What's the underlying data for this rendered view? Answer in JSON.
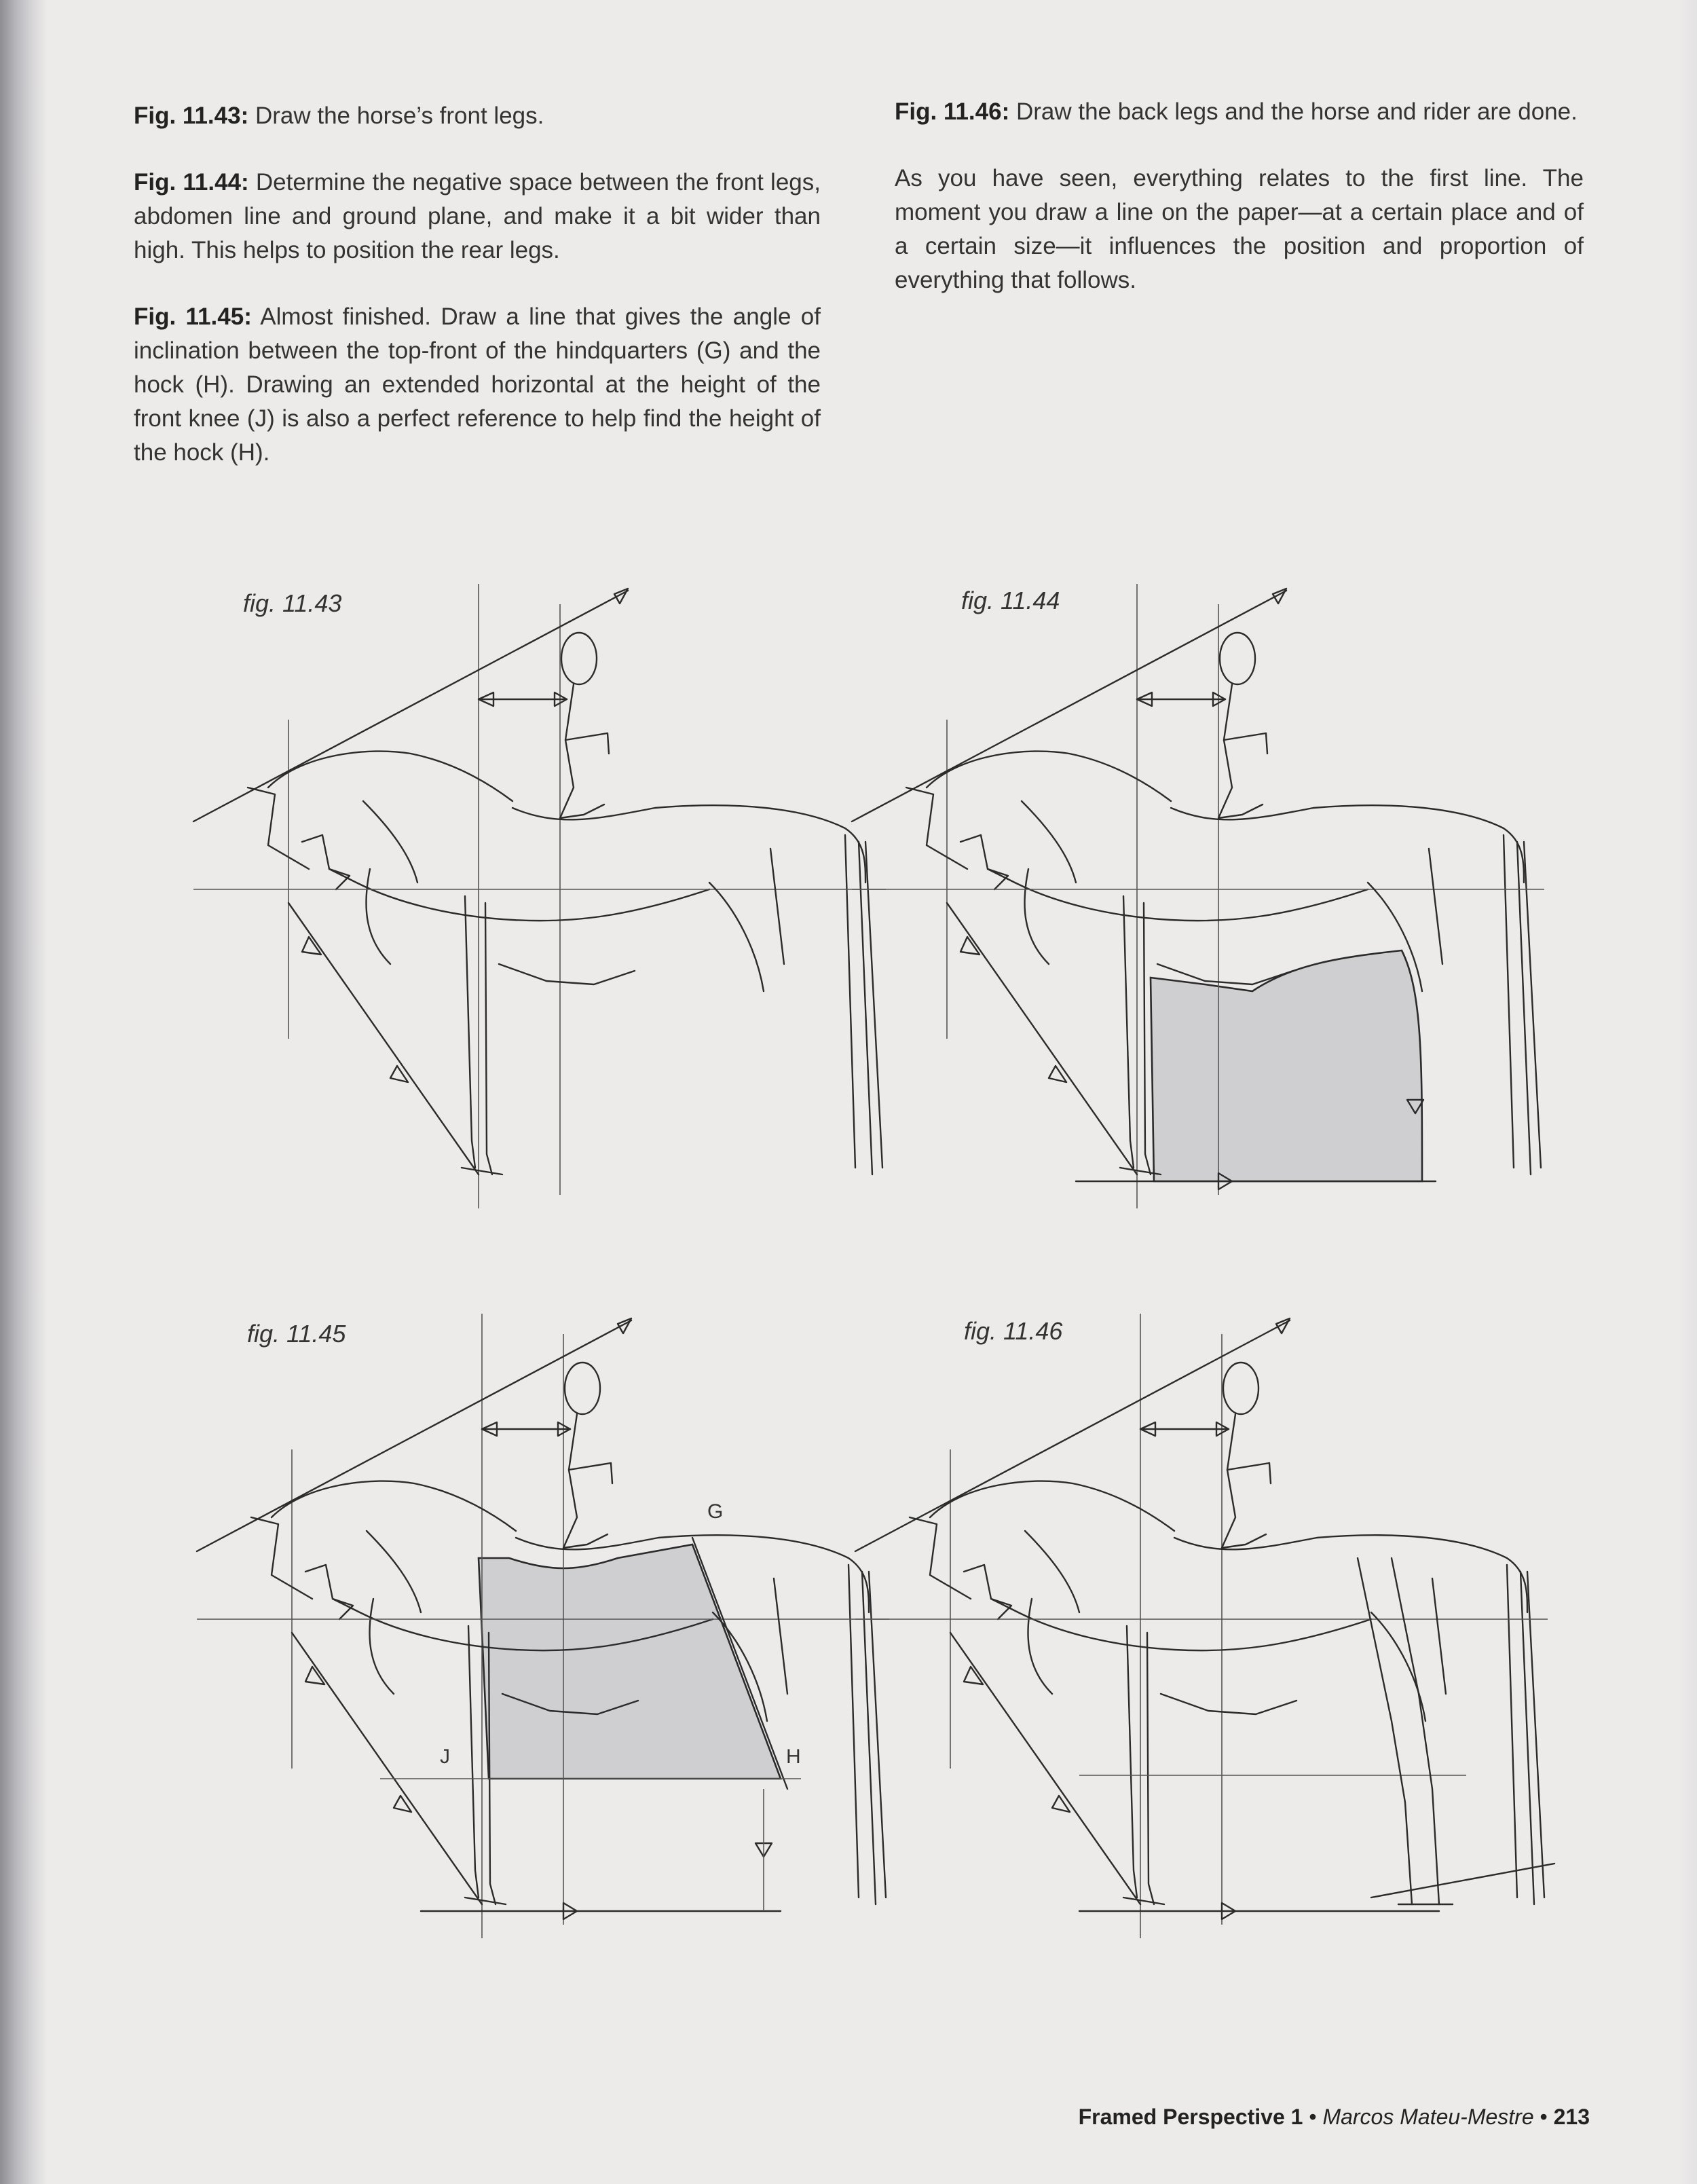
{
  "paragraphs_left": [
    {
      "label": "Fig. 11.43:",
      "text": " Draw the horse’s front legs."
    },
    {
      "label": "Fig. 11.44:",
      "text": " Determine the negative space between the front legs, abdomen line and ground plane, and make it a bit wider than high. This helps to position the rear legs."
    },
    {
      "label": "Fig. 11.45:",
      "text": " Almost finished. Draw a line that gives the angle of inclination between the top-front of the hindquarters (G) and the hock (H). Drawing an extended horizontal at the height of the front knee (J) is also a perfect reference to help find the height of the hock (H)."
    }
  ],
  "paragraphs_right": [
    {
      "label": "Fig. 11.46:",
      "text": " Draw the back legs and the horse and rider are done."
    },
    {
      "label": "",
      "text": "As you have seen, everything relates to the first line. The moment you draw a line on the paper—at a certain place and of a certain size—it influences the position and proportion of everything that follows."
    }
  ],
  "figures": [
    {
      "caption": "fig. 11.43"
    },
    {
      "caption": "fig. 11.44"
    },
    {
      "caption": "fig. 11.45",
      "labels": [
        "G",
        "J",
        "H"
      ]
    },
    {
      "caption": "fig. 11.46"
    }
  ],
  "footer": {
    "book": "Framed Perspective 1",
    "sep": "•",
    "author": "Marcos Mateu-Mestre",
    "page": "213"
  }
}
